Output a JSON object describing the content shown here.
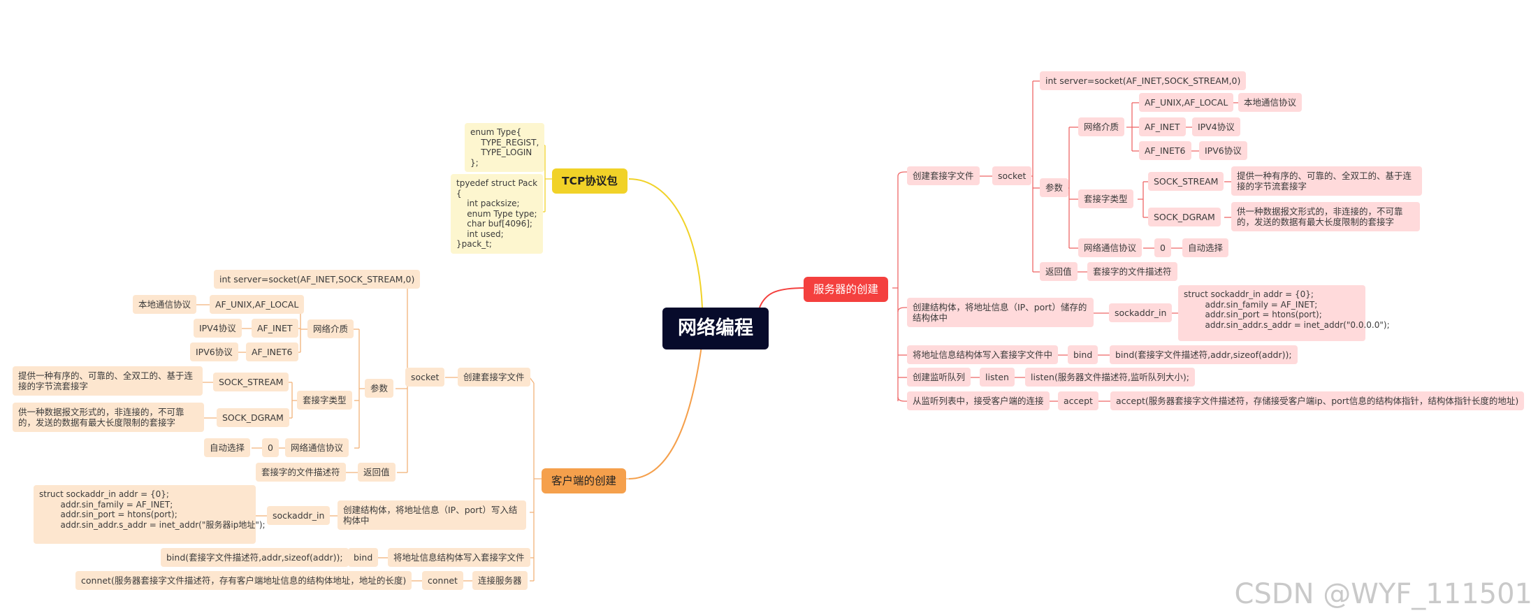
{
  "root": "网络编程",
  "server": {
    "title": "服务器的创建",
    "create_socket": {
      "label": "创建套接字文件",
      "socket": "socket",
      "call": "int server=socket(AF_INET,SOCK_STREAM,0)",
      "params": "参数",
      "net_medium": "网络介质",
      "af_unix": "AF_UNIX,AF_LOCAL",
      "af_unix_desc": "本地通信协议",
      "af_inet": "AF_INET",
      "af_inet_desc": "IPV4协议",
      "af_inet6": "AF_INET6",
      "af_inet6_desc": "IPV6协议",
      "sock_type": "套接字类型",
      "sock_stream": "SOCK_STREAM",
      "sock_stream_desc": "提供一种有序的、可靠的、全双工的、基于连接的字节流套接字",
      "sock_dgram": "SOCK_DGRAM",
      "sock_dgram_desc": "供一种数据报文形式的，非连接的，不可靠的，发送的数据有最大长度限制的套接字",
      "net_proto": "网络通信协议",
      "zero": "0",
      "auto": "自动选择",
      "ret": "返回值",
      "ret_desc": "套接字的文件描述符"
    },
    "create_struct": {
      "label": "创建结构体，将地址信息（IP、port）储存的结构体中",
      "sockaddr": "sockaddr_in",
      "code": "struct sockaddr_in addr = {0};\n        addr.sin_family = AF_INET;\n        addr.sin_port = htons(port);\n        addr.sin_addr.s_addr = inet_addr(\"0.0.0.0\");"
    },
    "bind": {
      "label": "将地址信息结构体写入套接字文件中",
      "name": "bind",
      "call": "bind(套接字文件描述符,addr,sizeof(addr));"
    },
    "listen": {
      "label": "创建监听队列",
      "name": "listen",
      "call": "listen(服务器文件描述符,监听队列大小);"
    },
    "accept": {
      "label": "从监听列表中，接受客户端的连接",
      "name": "accept",
      "call": "accept(服务器套接字文件描述符，存储接受客户端ip、port信息的结构体指针，结构体指针长度的地址)"
    }
  },
  "tcp": {
    "title": "TCP协议包",
    "enum_code": "enum Type{\n    TYPE_REGIST,\n    TYPE_LOGIN\n};",
    "struct_code": "tpyedef struct Pack\n{\n    int packsize;\n    enum Type type;\n    char buf[4096];\n    int used;\n}pack_t;"
  },
  "client": {
    "title": "客户端的创建",
    "create_socket": {
      "label": "创建套接字文件",
      "socket": "socket",
      "call": "int server=socket(AF_INET,SOCK_STREAM,0)",
      "params": "参数",
      "net_medium": "网络介质",
      "af_unix": "AF_UNIX,AF_LOCAL",
      "af_unix_desc": "本地通信协议",
      "af_inet": "AF_INET",
      "af_inet_desc": "IPV4协议",
      "af_inet6": "AF_INET6",
      "af_inet6_desc": "IPV6协议",
      "sock_type": "套接字类型",
      "sock_stream": "SOCK_STREAM",
      "sock_stream_desc": "提供一种有序的、可靠的、全双工的、基于连接的字节流套接字",
      "sock_dgram": "SOCK_DGRAM",
      "sock_dgram_desc": "供一种数据报文形式的，非连接的，不可靠的，发送的数据有最大长度限制的套接字",
      "net_proto": "网络通信协议",
      "zero": "0",
      "auto": "自动选择",
      "ret": "返回值",
      "ret_desc": "套接字的文件描述符"
    },
    "create_struct": {
      "label": "创建结构体，将地址信息（IP、port）写入结构体中",
      "sockaddr": "sockaddr_in",
      "code": "struct sockaddr_in addr = {0};\n        addr.sin_family = AF_INET;\n        addr.sin_port = htons(port);\n        addr.sin_addr.s_addr = inet_addr(\"服务器ip地址\");"
    },
    "bind": {
      "label": "将地址信息结构体写入套接字文件",
      "name": "bind",
      "call": "bind(套接字文件描述符,addr,sizeof(addr));"
    },
    "connect": {
      "label": "连接服务器",
      "name": "connet",
      "call": "connet(服务器套接字文件描述符，存有客户端地址信息的结构体地址，地址的长度)"
    }
  },
  "watermark": "CSDN @WYF_111501",
  "colors": {
    "root": "#070b2b",
    "server": "#f4403e",
    "client": "#f5a04c",
    "tcp": "#f1d228"
  }
}
